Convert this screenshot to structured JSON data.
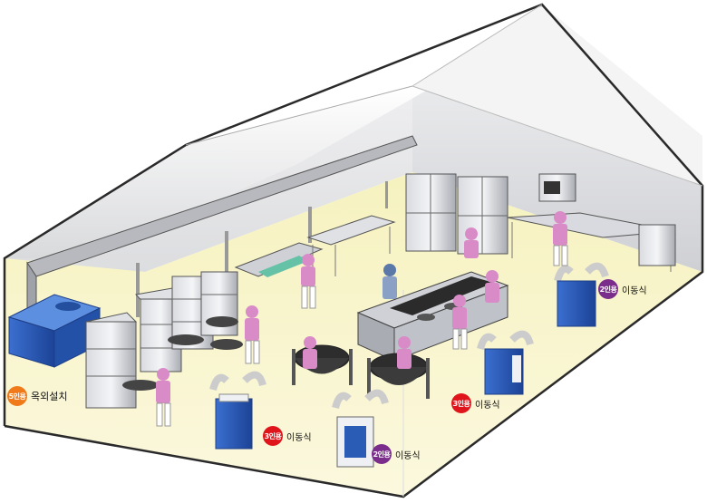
{
  "labels": {
    "outdoor": {
      "badge": "5인용",
      "text": "옥외설치",
      "color": "#f07a1a"
    },
    "cooler_a": {
      "badge": "3인용",
      "text": "이동식",
      "color": "#e0151b"
    },
    "cooler_b": {
      "badge": "2인용",
      "text": "이동식",
      "color": "#7b2d8b"
    },
    "cooler_c": {
      "badge": "3인용",
      "text": "이동식",
      "color": "#e0151b"
    },
    "cooler_d": {
      "badge": "2인용",
      "text": "이동식",
      "color": "#7b2d8b"
    }
  },
  "colors": {
    "floor": "#f6f3c8",
    "wall": "#e4e5e7",
    "roof": "#f2f2f3",
    "worker_uniform": "#d98bc8",
    "cooler_blue": "#2a5bb5",
    "steel": "#b9bcc2"
  },
  "icons": [
    "worker-figure",
    "portable-cooler",
    "outdoor-cooler-unit",
    "steam-oven",
    "rice-cooker",
    "cooking-kettle",
    "stainless-table"
  ]
}
